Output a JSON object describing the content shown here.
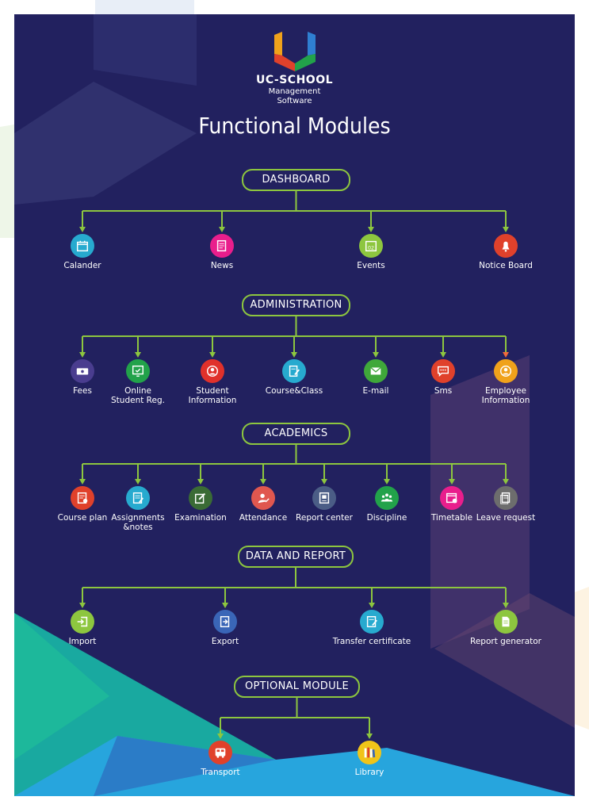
{
  "brand": {
    "name": "UC-SCHOOL",
    "line1": "Management",
    "line2": "Software"
  },
  "title": "Functional Modules",
  "colors": {
    "background": "#22215f",
    "connector": "#8dc63f",
    "text": "#ffffff"
  },
  "sections": [
    {
      "label": "DASHBOARD",
      "modules": [
        {
          "label": "Calander",
          "icon": "calendar-icon",
          "color": "#27aacf"
        },
        {
          "label": "News",
          "icon": "news-icon",
          "color": "#e91e8c"
        },
        {
          "label": "Events",
          "icon": "events-icon",
          "color": "#8dc63f"
        },
        {
          "label": "Notice Board",
          "icon": "notice-board-icon",
          "color": "#e0412b"
        }
      ]
    },
    {
      "label": "ADMINISTRATION",
      "modules": [
        {
          "label": "Fees",
          "icon": "fees-icon",
          "color": "#4a3d8f"
        },
        {
          "label": "Online Student Reg.",
          "icon": "online-registration-icon",
          "color": "#22a24a"
        },
        {
          "label": "Student Information",
          "icon": "student-info-icon",
          "color": "#e0312b"
        },
        {
          "label": "Course&Class",
          "icon": "course-class-icon",
          "color": "#27aacf"
        },
        {
          "label": "E-mail",
          "icon": "email-icon",
          "color": "#3fa83a"
        },
        {
          "label": "Sms",
          "icon": "sms-icon",
          "color": "#e0412b"
        },
        {
          "label": "Employee Information",
          "icon": "employee-info-icon",
          "color": "#f0a21b"
        }
      ]
    },
    {
      "label": "ACADEMICS",
      "modules": [
        {
          "label": "Course plan",
          "icon": "course-plan-icon",
          "color": "#e0412b"
        },
        {
          "label": "Assignments &notes",
          "icon": "assignments-icon",
          "color": "#27aacf"
        },
        {
          "label": "Examination",
          "icon": "examination-icon",
          "color": "#3a6b35"
        },
        {
          "label": "Attendance",
          "icon": "attendance-icon",
          "color": "#e0574f"
        },
        {
          "label": "Report center",
          "icon": "report-center-icon",
          "color": "#4b5d86"
        },
        {
          "label": "Discipline",
          "icon": "discipline-icon",
          "color": "#22a24a"
        },
        {
          "label": "Timetable",
          "icon": "timetable-icon",
          "color": "#e91e8c"
        },
        {
          "label": "Leave request",
          "icon": "leave-request-icon",
          "color": "#6d6d6d"
        }
      ]
    },
    {
      "label": "DATA AND REPORT",
      "modules": [
        {
          "label": "Import",
          "icon": "import-icon",
          "color": "#8dc63f"
        },
        {
          "label": "Export",
          "icon": "export-icon",
          "color": "#3a66b7"
        },
        {
          "label": "Transfer certificate",
          "icon": "transfer-certificate-icon",
          "color": "#27aacf"
        },
        {
          "label": "Report generator",
          "icon": "report-generator-icon",
          "color": "#8dc63f"
        }
      ]
    },
    {
      "label": "OPTIONAL MODULE",
      "modules": [
        {
          "label": "Transport",
          "icon": "bus-icon",
          "color": "#e0412b"
        },
        {
          "label": "Library",
          "icon": "library-icon",
          "color": "#f0c419"
        }
      ]
    }
  ]
}
